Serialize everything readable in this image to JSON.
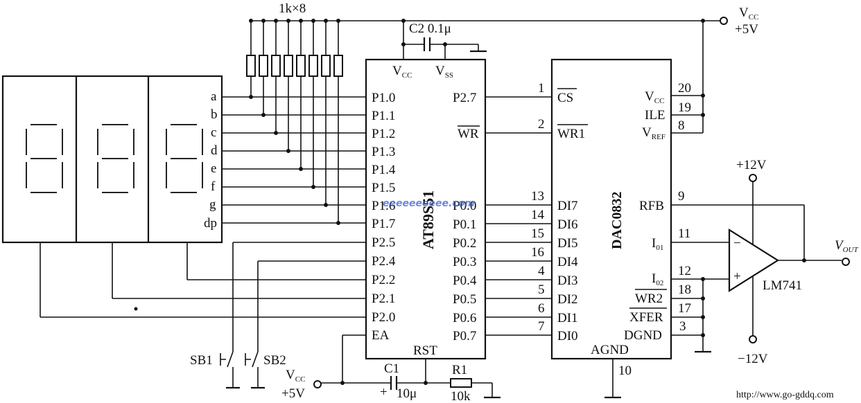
{
  "display": {
    "segments": [
      "a",
      "b",
      "c",
      "d",
      "e",
      "f",
      "g",
      "dp"
    ]
  },
  "resistors": {
    "label": "1k×8"
  },
  "capacitor_c2": {
    "label": "C2 0.1μ"
  },
  "mcu": {
    "name": "AT89S51",
    "top_labels": {
      "vcc": "V",
      "vcc_sub": "CC",
      "vss": "V",
      "vss_sub": "SS"
    },
    "left_pins": [
      "P1.0",
      "P1.1",
      "P1.2",
      "P1.3",
      "P1.4",
      "P1.5",
      "P1.6",
      "P1.7",
      "P2.5",
      "P2.4",
      "P2.2",
      "P2.1",
      "P2.0",
      "EA"
    ],
    "right_pins": [
      "P2.7",
      "WR",
      "P0.0",
      "P0.1",
      "P0.2",
      "P0.3",
      "P0.4",
      "P0.5",
      "P0.6",
      "P0.7"
    ],
    "rst": "RST"
  },
  "dac": {
    "name": "DAC0832",
    "left_pins": [
      "CS",
      "WR1",
      "DI7",
      "DI6",
      "DI5",
      "DI4",
      "DI3",
      "DI2",
      "DI1",
      "DI0"
    ],
    "left_nums": [
      "1",
      "2",
      "13",
      "14",
      "15",
      "16",
      "4",
      "5",
      "6",
      "7"
    ],
    "right_pins": {
      "vcc": "V",
      "vcc_sub": "CC",
      "ile": "ILE",
      "vref": "V",
      "vref_sub": "REF",
      "rfb": "RFB",
      "io1": "I",
      "io1_sub": "01",
      "io2": "I",
      "io2_sub": "02",
      "wr2": "WR2",
      "xfer": "XFER",
      "dgnd": "DGND"
    },
    "right_nums": {
      "vcc": "20",
      "ile": "19",
      "vref": "8",
      "rfb": "9",
      "io1": "11",
      "io2": "12",
      "wr2": "18",
      "xfer": "17",
      "dgnd": "3"
    },
    "agnd": "AGND",
    "agnd_num": "10"
  },
  "supply": {
    "vcc_top": "V",
    "vcc_top_sub": "CC",
    "vcc_top_val": "+5V",
    "vcc_left": "V",
    "vcc_left_sub": "CC",
    "vcc_left_val": "+5V",
    "pos12": "+12V",
    "neg12": "−12V"
  },
  "opamp": {
    "name": "LM741",
    "minus": "−",
    "plus": "+",
    "vout": "V",
    "vout_sub": "OUT"
  },
  "switches": {
    "sb1": "SB1",
    "sb2": "SB2"
  },
  "c1": {
    "label": "C1",
    "value": "10μ",
    "plus": "+"
  },
  "r1": {
    "label": "R1",
    "value": "10k"
  },
  "footer": {
    "url": "http://www.go-gddq.com"
  },
  "watermark": "eeeeeeeeee.com"
}
